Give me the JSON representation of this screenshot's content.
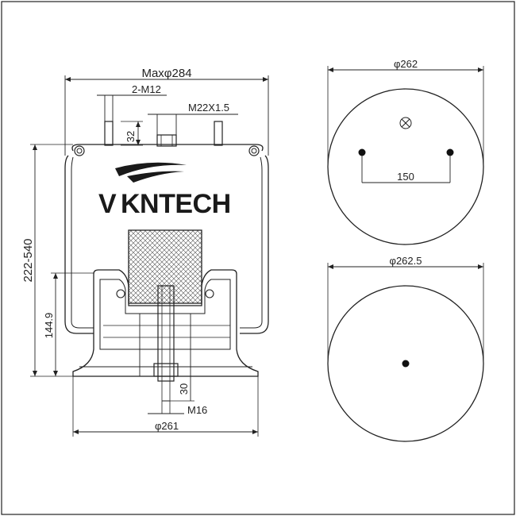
{
  "brand": {
    "name": "KNTECH",
    "logo_initial": "V"
  },
  "dimensions": {
    "max_diameter": "Maxφ284",
    "stud_thread": "2-M12",
    "air_fitting": "M22X1.5",
    "stud_height": "32",
    "height_range": "222-540",
    "piston_height": "144.9",
    "bolt_depth": "30",
    "bottom_bolt": "M16",
    "base_diameter": "φ261",
    "top_plate_diameter": "φ262",
    "stud_spacing": "150",
    "bottom_plate_diameter": "φ262.5"
  },
  "colors": {
    "line": "#222222",
    "background": "#ffffff"
  }
}
